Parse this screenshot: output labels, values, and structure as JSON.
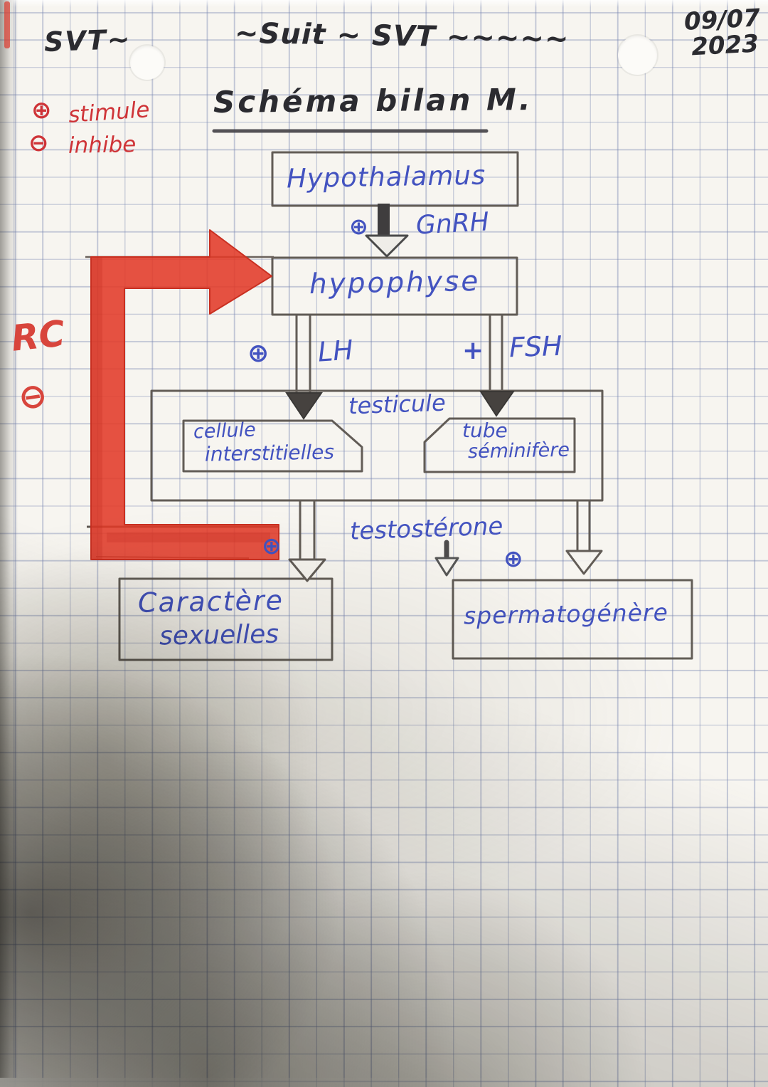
{
  "colors": {
    "ink_blue": "#4353c0",
    "ink_red": "#cf3438",
    "marker_red": "#e23a28",
    "pencil_gray": "#56504a",
    "marker_black": "#2b2b30"
  },
  "header": {
    "scribble_left": "SVT~",
    "scribble_center": "~Suit ~ SVT ~~~~~",
    "date_line1": "09/07",
    "date_line2": "2023"
  },
  "legend": {
    "stimulate_symbol": "⊕",
    "stimulate_label": "stimule",
    "inhibit_symbol": "⊖",
    "inhibit_label": "inhibe"
  },
  "title": "Schéma bilan M.",
  "diagram": {
    "hypothalamus": "Hypothalamus",
    "gnrh_symbol": "⊕",
    "gnrh_label": "GnRH",
    "hypophyse": "hypophyse",
    "lh_symbol": "⊕",
    "lh_label": "LH",
    "fsh_symbol": "+",
    "fsh_label": "FSH",
    "testicule_label": "testicule",
    "cellule_line1": "cellule",
    "cellule_line2": "interstitielles",
    "tube_line1": "tube",
    "tube_line2": "séminifère",
    "testosterone_label": "testostérone",
    "plus_left": "⊕",
    "plus_right": "⊕",
    "caractere_line1": "Caractère",
    "caractere_line2": "sexuelles",
    "spermatogenese_label": "spermatogénère",
    "rc_label": "RC",
    "rc_symbol": "⊖"
  }
}
